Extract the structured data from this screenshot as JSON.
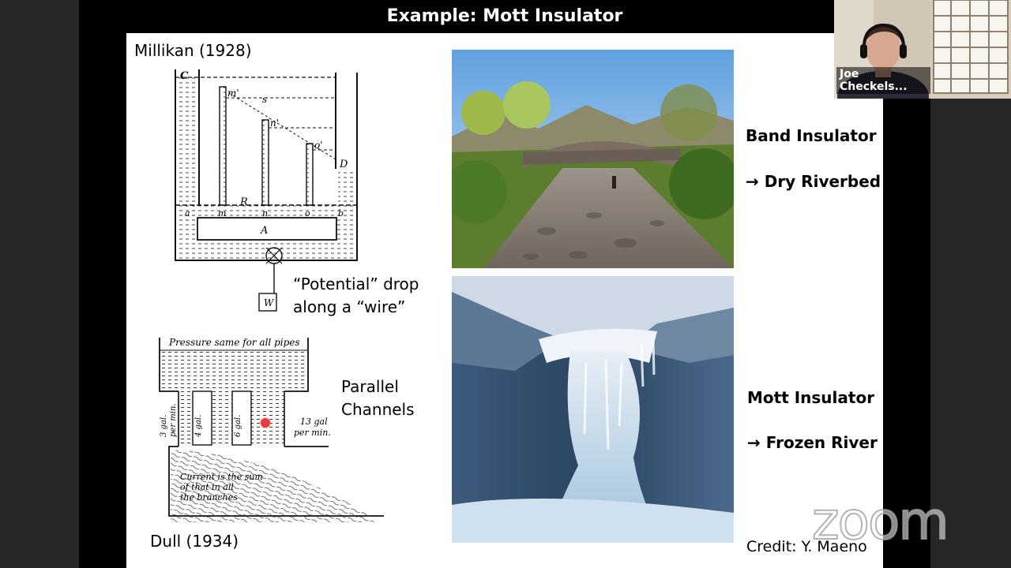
{
  "slide": {
    "title": "Example:  Mott Insulator",
    "millikan_label": "Millikan (1928)",
    "potential_line1": "“Potential” drop",
    "potential_line2": "along a “wire”",
    "parallel_line1": "Parallel",
    "parallel_line2": "Channels",
    "dull_label": "Dull (1934)",
    "band_insulator": "Band Insulator",
    "dry_riverbed": "→ Dry Riverbed",
    "mott_insulator": "Mott Insulator",
    "frozen_river": "→ Frozen River",
    "credit": "Credit: Y. Maeno",
    "fig1": {
      "C": "C",
      "D": "D",
      "m_prime": "m'",
      "s": "s",
      "n_prime": "n'",
      "o_prime": "o'",
      "R": "R",
      "A": "A",
      "W": "W",
      "a": "a",
      "m": "m",
      "n": "n",
      "o": "o",
      "b": "b"
    },
    "fig2": {
      "pressure": "Pressure same for all pipes",
      "gal3": "3 gal.",
      "gal4": "4 gal.",
      "gal6": "6 gal.",
      "per_min": "per min.",
      "gal13": "13 gal",
      "gal13_per_min": "per min.",
      "current1": "Current is the sum",
      "current2": "of that in all",
      "current3": "the branches"
    }
  },
  "webcam": {
    "name": "Joe Checkels..."
  },
  "zoom_watermark": "zoom"
}
